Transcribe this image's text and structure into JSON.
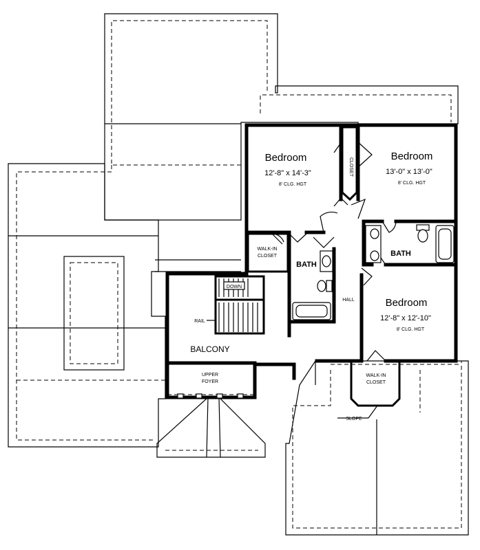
{
  "rooms": {
    "bedroom1": {
      "name": "Bedroom",
      "dims": "12'-8\" x 14'-3\"",
      "ceiling": "8' CLG. HGT"
    },
    "bedroom2": {
      "name": "Bedroom",
      "dims": "13'-0\" x 13'-0\"",
      "ceiling": "8' CLG. HGT"
    },
    "bedroom3": {
      "name": "Bedroom",
      "dims": "12'-8\" x 12'-10\"",
      "ceiling": "8' CLG. HGT"
    }
  },
  "labels": {
    "closet": "CLOSET",
    "walkin1_line1": "WALK-IN",
    "walkin1_line2": "CLOSET",
    "walkin2_line1": "WALK-IN",
    "walkin2_line2": "CLOSET",
    "bath_left": "BATH",
    "bath_right": "BATH",
    "hall": "HALL",
    "down": "DOWN",
    "rail": "RAIL",
    "balcony": "BALCONY",
    "upper_foyer_line1": "UPPER",
    "upper_foyer_line2": "FOYER",
    "slope": "SLOPE"
  }
}
